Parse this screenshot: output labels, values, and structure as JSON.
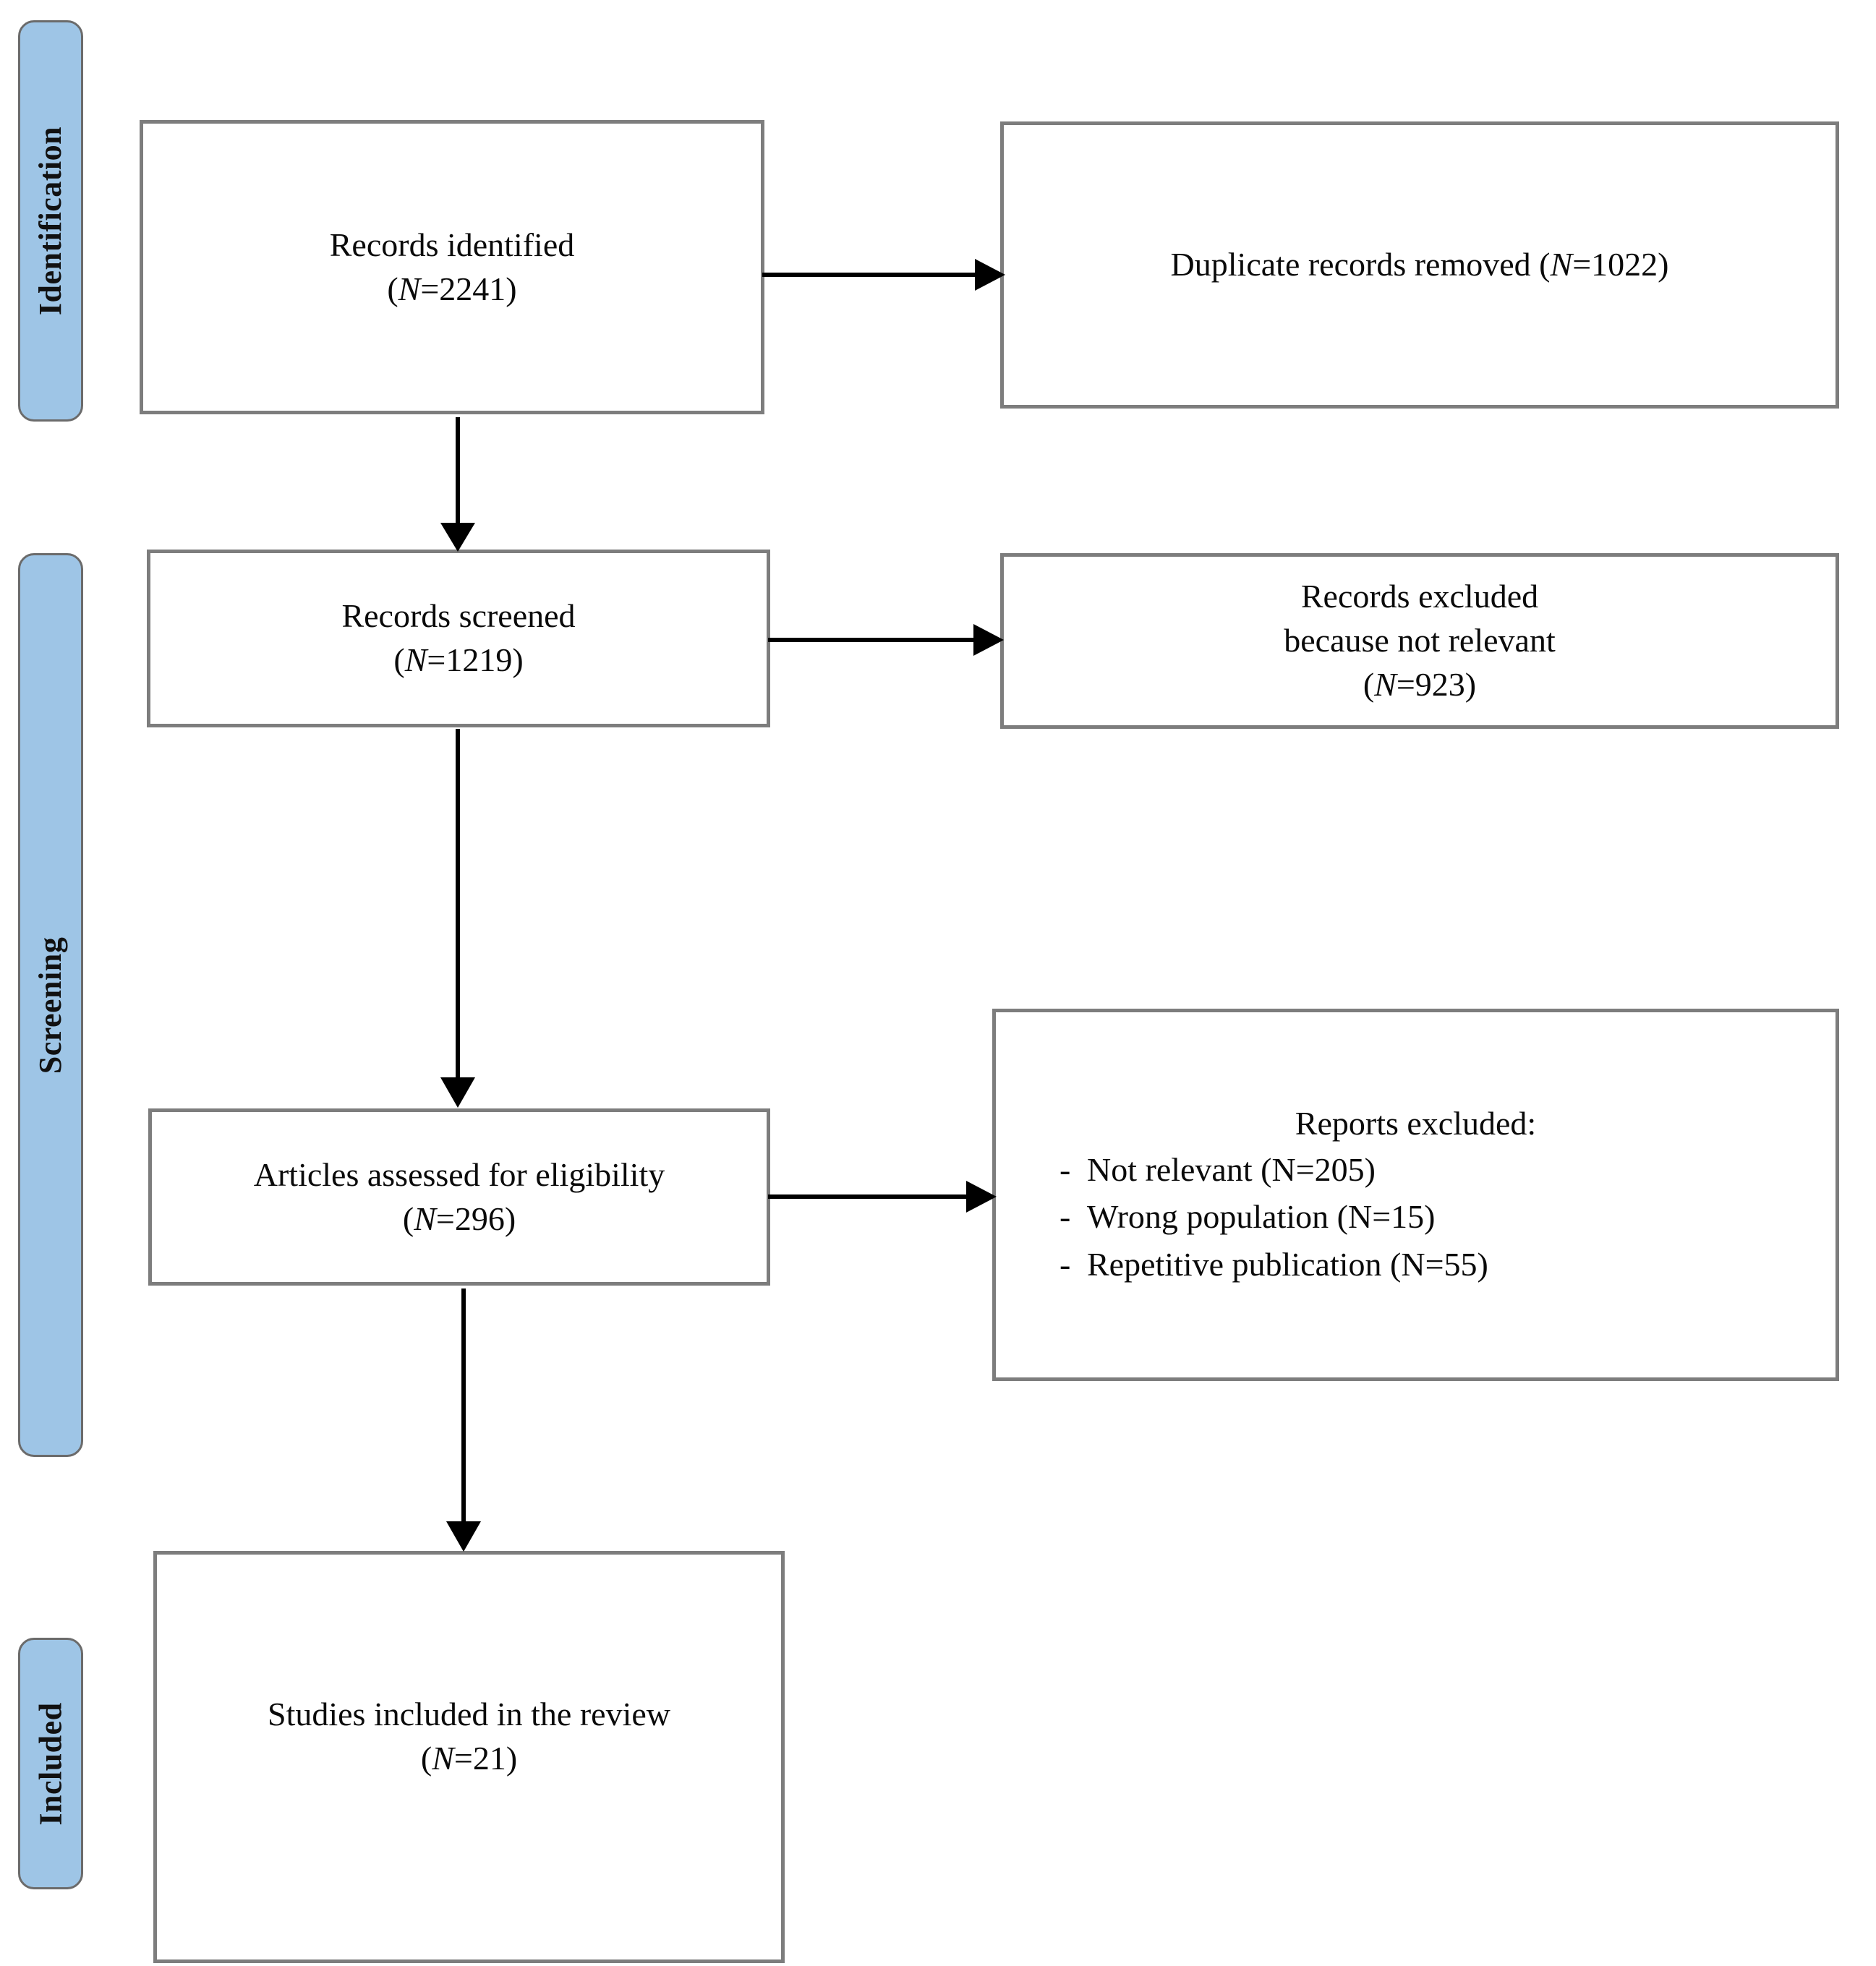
{
  "diagram": {
    "title": "PRISMA flow diagram",
    "colors": {
      "stage_fill": "#9EC5E6",
      "stage_border": "#6b6b6b",
      "box_border": "#7d7d7d",
      "box_fill": "#ffffff",
      "text": "#0a0a0a",
      "arrow": "#000000"
    }
  },
  "stages": [
    {
      "id": "identification",
      "label": "Identification"
    },
    {
      "id": "screening",
      "label": "Screening"
    },
    {
      "id": "included",
      "label": "Included"
    }
  ],
  "boxes": {
    "records_identified": {
      "line1": "Records identified",
      "n_prefix": "(",
      "n_symbol": "N",
      "n_value": "=2241)"
    },
    "duplicates_removed": {
      "line1": "Duplicate records removed  ",
      "n_prefix": "(",
      "n_symbol": "N",
      "n_value": "=1022)"
    },
    "records_screened": {
      "line1": "Records screened",
      "n_prefix": "(",
      "n_symbol": "N",
      "n_value": "=1219)"
    },
    "records_excluded": {
      "line1": "Records excluded",
      "line2": "because not relevant",
      "n_prefix": "(",
      "n_symbol": "N",
      "n_value": "=923)"
    },
    "articles_assessed": {
      "line1": "Articles assessed for eligibility",
      "n_prefix": "(",
      "n_symbol": "N",
      "n_value": "=296)"
    },
    "reports_excluded": {
      "heading": "Reports excluded:",
      "bullet": "-",
      "items": [
        {
          "text": "Not relevant (",
          "n_symbol": "N",
          "n_value": "=205)"
        },
        {
          "text": "Wrong population (",
          "n_symbol": "N",
          "n_value": "=15)"
        },
        {
          "text": "Repetitive publication (",
          "n_symbol": "N",
          "n_value": "=55)"
        }
      ]
    },
    "studies_included": {
      "line1": "Studies included in the review",
      "n_prefix": "(",
      "n_symbol": "N",
      "n_value": "=21)"
    }
  },
  "arrows": [
    {
      "id": "identified-to-duplicates",
      "direction": "right"
    },
    {
      "id": "identified-to-screened",
      "direction": "down"
    },
    {
      "id": "screened-to-excluded",
      "direction": "right"
    },
    {
      "id": "screened-to-assessed",
      "direction": "down"
    },
    {
      "id": "assessed-to-reports-excluded",
      "direction": "right"
    },
    {
      "id": "assessed-to-included",
      "direction": "down"
    }
  ]
}
